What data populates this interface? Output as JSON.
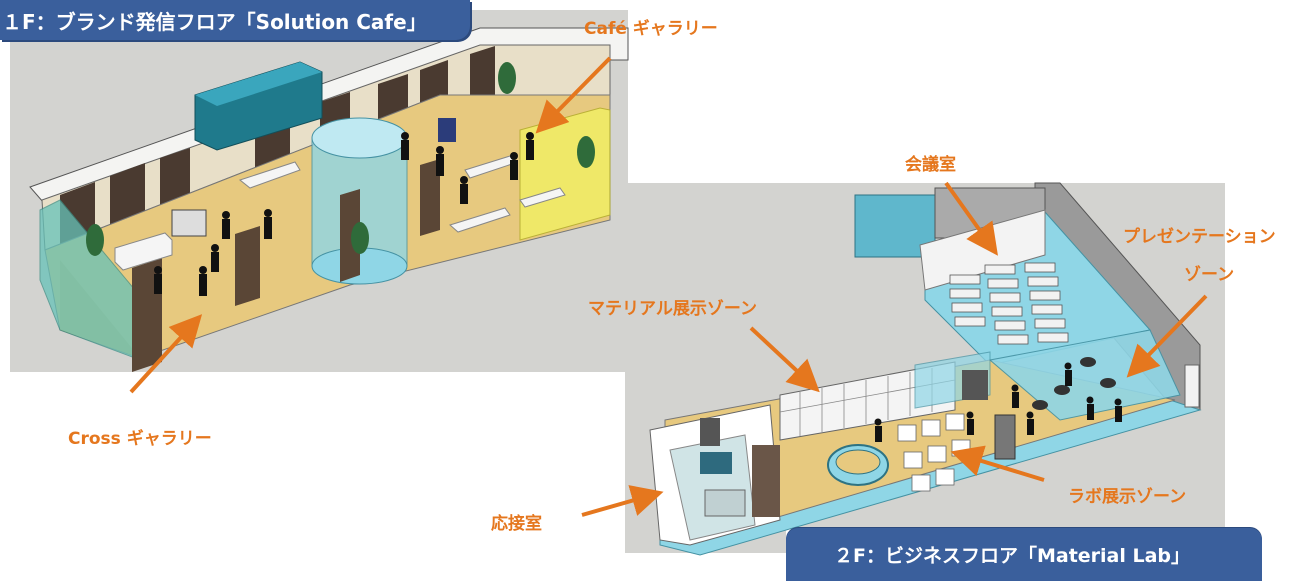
{
  "floors": {
    "floor1": {
      "title": "１F：ブランド発信フロア「Solution Cafe」"
    },
    "floor2": {
      "title": "２F：ビジネスフロア「Material Lab」"
    }
  },
  "callouts": {
    "cafe_gallery": "Café ギャラリー",
    "cross_gallery": "Cross ギャラリー",
    "meeting_room": "会議室",
    "presentation_zone_line1": "プレゼンテーション",
    "presentation_zone_line2": "ゾーン",
    "material_zone": "マテリアル展示ゾーン",
    "lab_zone": "ラボ展示ゾーン",
    "reception_room": "応接室"
  },
  "colors": {
    "label_background": "#3a5f9c",
    "callout_text": "#e5771e",
    "arrow": "#e5771e",
    "backdrop": "#d3d3d0",
    "floor_wood": "#e4c77a",
    "glass_cyan": "#8fd6e6",
    "glass_yellow": "#f1ee64"
  }
}
